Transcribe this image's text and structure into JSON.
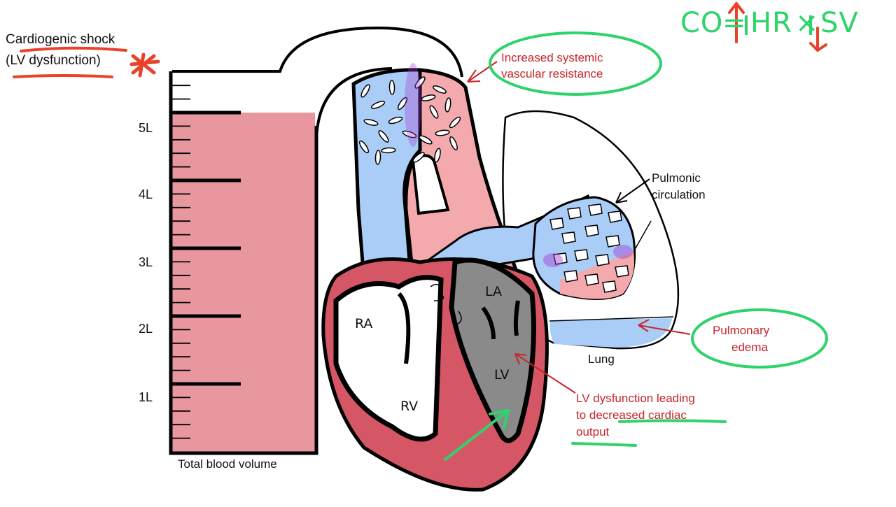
{
  "title": {
    "line1": "Cardiogenic shock",
    "line2": "(LV dysfunction)"
  },
  "formula": {
    "co": "CO",
    "eq": "=",
    "hr": "HR",
    "times": "×",
    "sv": "SV"
  },
  "cylinder": {
    "ticks": [
      "5L",
      "4L",
      "3L",
      "2L",
      "1L"
    ],
    "caption": "Total blood volume",
    "fill_level_liters": 5,
    "max_liters": 5.8
  },
  "chambers": {
    "ra": "RA",
    "rv": "RV",
    "la": "LA",
    "lv": "LV"
  },
  "annotations": {
    "svr_line1": "Increased systemic",
    "svr_line2": "vascular resistance",
    "pulm_line1": "Pulmonic",
    "pulm_line2": "circulation",
    "edema_line1": "Pulmonary",
    "edema_line2": "edema",
    "lung": "Lung",
    "lv_line1": "LV dysfunction leading",
    "lv_line2": "to decreased cardiac",
    "lv_line3": "output"
  },
  "colors": {
    "artery_red": "#f4a9ad",
    "vein_blue": "#a9cdf7",
    "heart_wall": "#d55766",
    "lv_gray": "#8a8a8a",
    "blood_fill": "#e9979f",
    "annotation_red": "#c8242b",
    "highlight_green": "#2fd36b",
    "congestion_purple": "#a23fd0"
  }
}
